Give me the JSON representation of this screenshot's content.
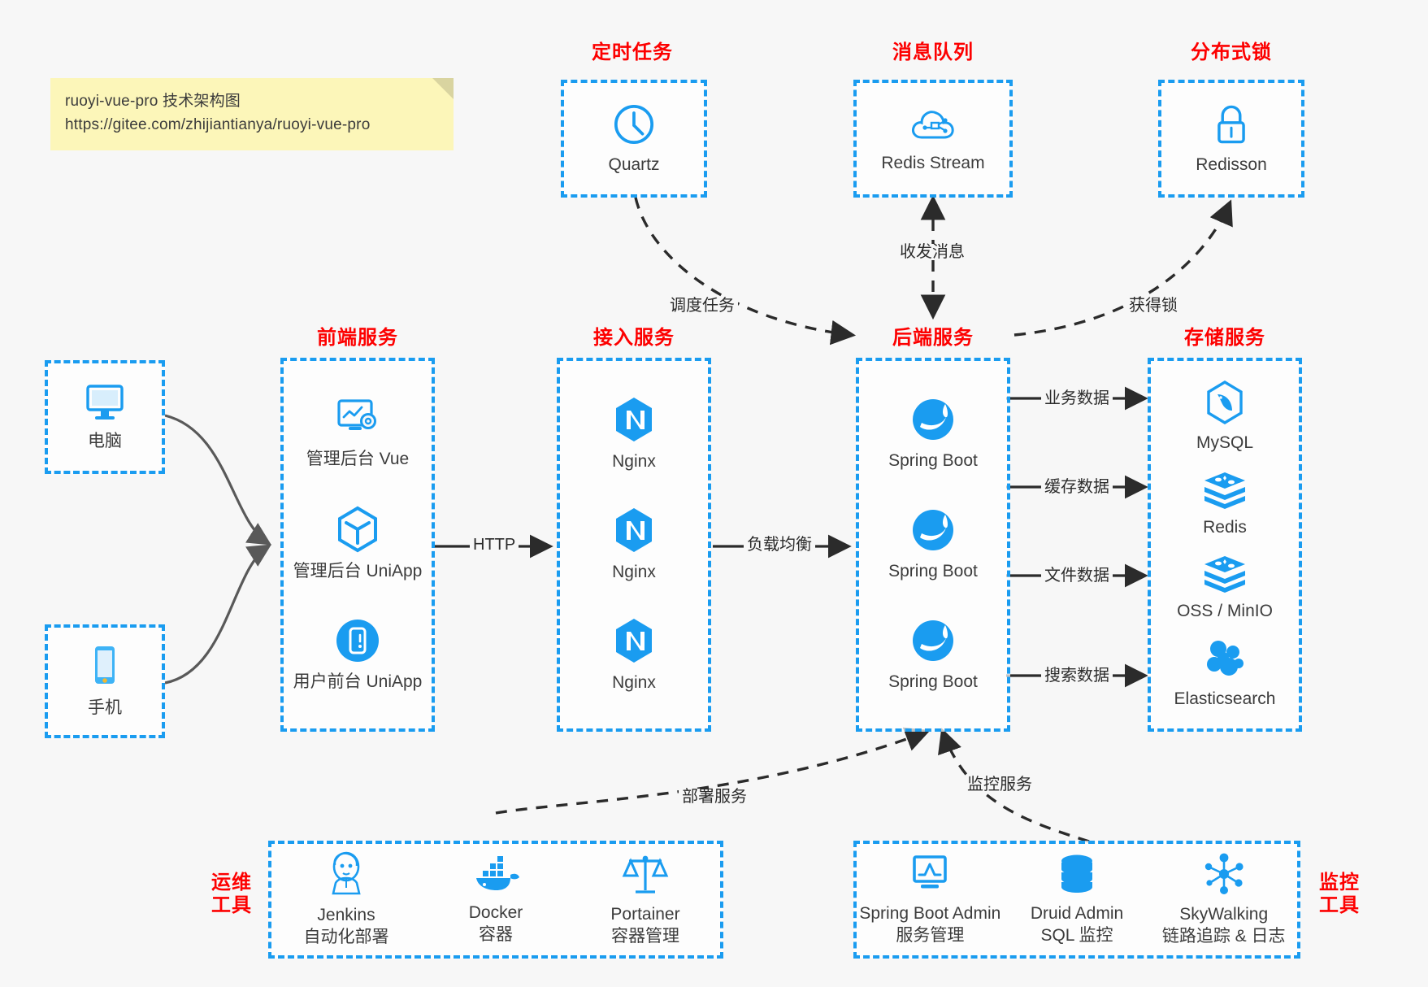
{
  "note": {
    "line1": "ruoyi-vue-pro 技术架构图",
    "line2": "https://gitee.com/zhijiantianya/ruoyi-vue-pro"
  },
  "colors": {
    "accent_blue": "#1a9cf0",
    "title_red": "#fd0000",
    "arrow_gray": "#595959",
    "note_yellow": "#fcf6b9",
    "background": "#f7f7f7"
  },
  "groups": {
    "scheduled_task": {
      "title": "定时任务",
      "nodes": [
        {
          "label": "Quartz",
          "icon": "clock-icon"
        }
      ]
    },
    "message_queue": {
      "title": "消息队列",
      "nodes": [
        {
          "label": "Redis Stream",
          "icon": "cloud-network-icon"
        }
      ]
    },
    "distributed_lock": {
      "title": "分布式锁",
      "nodes": [
        {
          "label": "Redisson",
          "icon": "lock-icon"
        }
      ]
    },
    "clients": {
      "nodes": [
        {
          "label": "电脑",
          "icon": "desktop-monitor-icon"
        },
        {
          "label": "手机",
          "icon": "mobile-phone-icon"
        }
      ]
    },
    "frontend": {
      "title": "前端服务",
      "nodes": [
        {
          "label": "管理后台 Vue",
          "icon": "dashboard-gear-icon"
        },
        {
          "label": "管理后台 UniApp",
          "icon": "hexagon-cube-icon"
        },
        {
          "label": "用户前台 UniApp",
          "icon": "mobile-circle-icon"
        }
      ]
    },
    "gateway": {
      "title": "接入服务",
      "nodes": [
        {
          "label": "Nginx",
          "icon": "nginx-icon"
        },
        {
          "label": "Nginx",
          "icon": "nginx-icon"
        },
        {
          "label": "Nginx",
          "icon": "nginx-icon"
        }
      ]
    },
    "backend": {
      "title": "后端服务",
      "nodes": [
        {
          "label": "Spring Boot",
          "icon": "spring-boot-icon"
        },
        {
          "label": "Spring Boot",
          "icon": "spring-boot-icon"
        },
        {
          "label": "Spring Boot",
          "icon": "spring-boot-icon"
        }
      ]
    },
    "storage": {
      "title": "存储服务",
      "nodes": [
        {
          "label": "MySQL",
          "icon": "mysql-icon"
        },
        {
          "label": "Redis",
          "icon": "redis-icon"
        },
        {
          "label": "OSS / MinIO",
          "icon": "oss-minio-icon"
        },
        {
          "label": "Elasticsearch",
          "icon": "elasticsearch-icon"
        }
      ]
    },
    "devops": {
      "title_line1": "运维",
      "title_line2": "工具",
      "nodes": [
        {
          "label": "Jenkins",
          "sublabel": "自动化部署",
          "icon": "jenkins-icon"
        },
        {
          "label": "Docker",
          "sublabel": "容器",
          "icon": "docker-icon"
        },
        {
          "label": "Portainer",
          "sublabel": "容器管理",
          "icon": "scales-icon"
        }
      ]
    },
    "monitoring": {
      "title_line1": "监控",
      "title_line2": "工具",
      "nodes": [
        {
          "label": "Spring Boot Admin",
          "sublabel": "服务管理",
          "icon": "monitor-chart-icon"
        },
        {
          "label": "Druid Admin",
          "sublabel": "SQL 监控",
          "icon": "database-icon"
        },
        {
          "label": "SkyWalking",
          "sublabel": "链路追踪 & 日志",
          "icon": "skywalking-icon"
        }
      ]
    }
  },
  "edges": {
    "http": "HTTP",
    "load_balance": "负载均衡",
    "schedule_task": "调度任务",
    "send_receive_message": "收发消息",
    "acquire_lock": "获得锁",
    "business_data": "业务数据",
    "cache_data": "缓存数据",
    "file_data": "文件数据",
    "search_data": "搜索数据",
    "deploy_service": "部署服务",
    "monitor_service": "监控服务"
  }
}
